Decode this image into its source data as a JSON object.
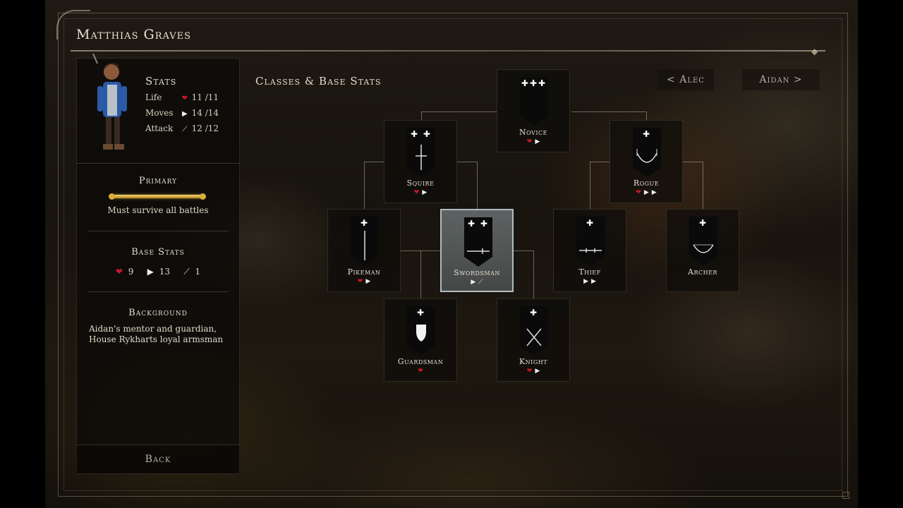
{
  "character": {
    "name": "Matthias Graves"
  },
  "stats": {
    "heading": "Stats",
    "life_label": "Life",
    "life_value": "11 /11",
    "moves_label": "Moves",
    "moves_value": "14 /14",
    "attack_label": "Attack",
    "attack_value": "12 /12"
  },
  "primary": {
    "heading": "Primary",
    "text": "Must survive all battles"
  },
  "base_stats": {
    "heading": "Base Stats",
    "life": "9",
    "moves": "13",
    "attack": "1"
  },
  "background": {
    "heading": "Background",
    "line1": "Aidan's mentor and guardian,",
    "line2": "House Rykharts loyal armsman"
  },
  "back_label": "Back",
  "classes": {
    "heading": "Classes & Base Stats",
    "prev_label": "< Alec",
    "next_label": "Aidan >",
    "selected": "swordsman",
    "items": {
      "novice": {
        "name": "Novice",
        "crosses": "✚✚✚",
        "icons": [
          "heart",
          "arrow"
        ]
      },
      "squire": {
        "name": "Squire",
        "crosses": "✚ ✚",
        "icons": [
          "heart",
          "arrow"
        ]
      },
      "rogue": {
        "name": "Rogue",
        "crosses": "✚",
        "icons": [
          "heart",
          "arrow",
          "arrow"
        ]
      },
      "pikeman": {
        "name": "Pikeman",
        "crosses": "✚",
        "icons": [
          "heart",
          "arrow"
        ]
      },
      "swordsman": {
        "name": "Swordsman",
        "crosses": "✚ ✚",
        "icons": [
          "arrow",
          "sword"
        ]
      },
      "thief": {
        "name": "Thief",
        "crosses": "✚",
        "icons": [
          "arrow",
          "arrow"
        ]
      },
      "archer": {
        "name": "Archer",
        "crosses": "✚",
        "icons": []
      },
      "guardsman": {
        "name": "Guardsman",
        "crosses": "✚",
        "icons": [
          "heart"
        ]
      },
      "knight": {
        "name": "Knight",
        "crosses": "✚",
        "icons": [
          "heart",
          "arrow"
        ]
      }
    }
  },
  "icon_glyphs": {
    "heart": "❤",
    "arrow": "▶",
    "sword": "⟋"
  },
  "colors": {
    "heart": "#c8182a",
    "gold": "#d9ad3a",
    "selected_card": "#9aa6aa"
  }
}
